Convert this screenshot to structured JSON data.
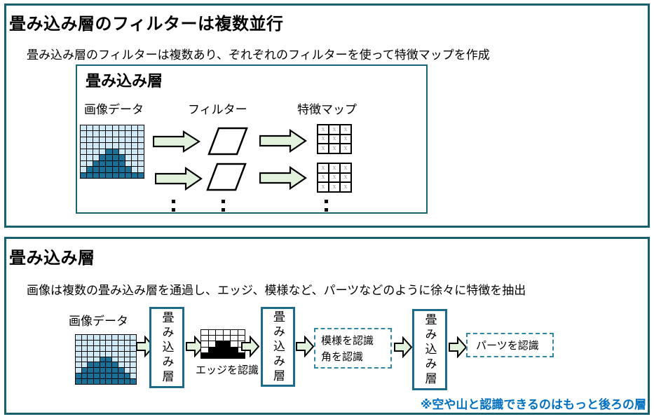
{
  "colors": {
    "panel_border": "#19606f",
    "conv_box_border": "#1e6a8a",
    "dashed_border": "#3286a8",
    "arrow_fill": "#e3f2dc",
    "arrow_stroke": "#000000",
    "grid_cell_light": "#cfe9f7",
    "grid_cell_dark": "#1a7096",
    "edge_cell_on": "#000000",
    "feature_x_gray": "#9a9a9a",
    "note_blue": "#0070c0"
  },
  "panel1": {
    "title": "畳み込み層のフィルターは複数並行",
    "subtitle": "畳み込み層のフィルターは複数あり、ぞれぞれのフィルターを使って特徴マップを作成",
    "box_title": "畳み込み層",
    "labels": {
      "image_data": "画像データ",
      "filter": "フィルター",
      "feature_map": "特徴マップ"
    },
    "feature_map_symbol": "x",
    "image_grid": {
      "pattern": [
        "0000000000",
        "0000000000",
        "0000000000",
        "0000000000",
        "0000110000",
        "0001111000",
        "0011111000",
        "0111111100",
        "1111111111"
      ]
    }
  },
  "panel2": {
    "title": "畳み込み層",
    "subtitle": "画像は複数の畳み込み層を通過し、エッジ、模様など、パーツなどのように徐々に特徴を抽出",
    "image_data_label": "画像データ",
    "conv_layer_label": "畳み込み層",
    "edge_label": "エッジを認識",
    "pattern_box": {
      "line1": "模様を認識",
      "line2": "角を認識"
    },
    "parts_box": "パーツを認識",
    "note": "※空や山と認識できるのはもっと後ろの層",
    "image_grid": {
      "pattern": [
        "0000000000",
        "0000000000",
        "0000000000",
        "0000000000",
        "0000110000",
        "0011111000",
        "0111111100",
        "1111111110",
        "1111111111"
      ]
    },
    "edge_grid": {
      "pattern": [
        "000000",
        "000000",
        "001100",
        "011110",
        "111111"
      ]
    }
  }
}
